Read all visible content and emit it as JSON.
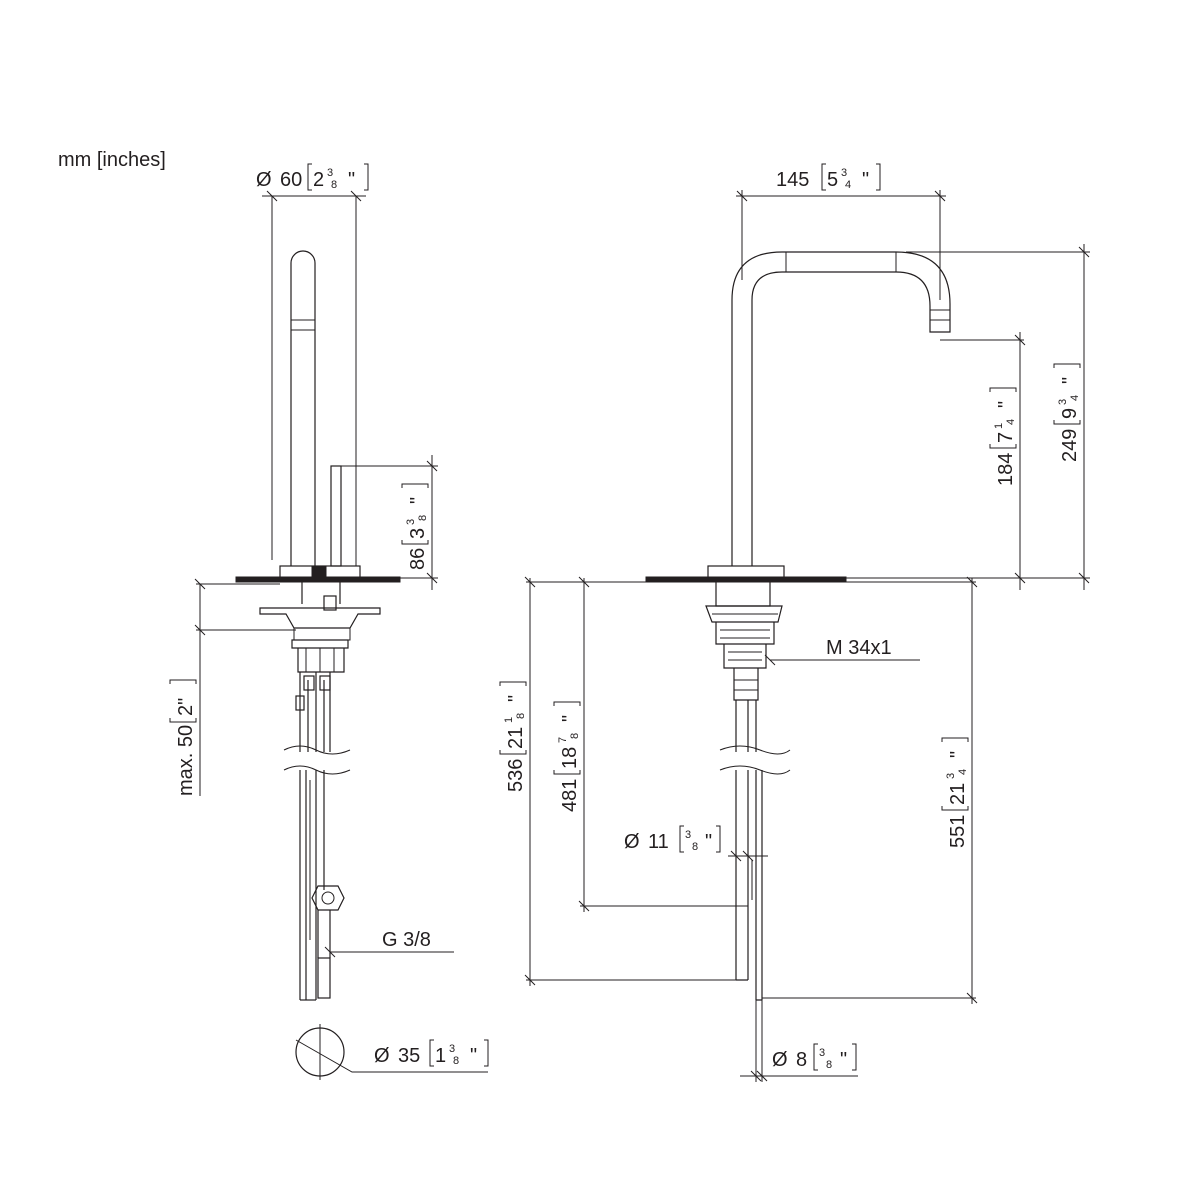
{
  "units_note": "mm [inches]",
  "dimensions": {
    "d60": {
      "prefix": "Ø",
      "mm": "60",
      "whole": "2",
      "num": "3",
      "den": "8",
      "unit": "\""
    },
    "w145": {
      "mm": "145",
      "whole": "5",
      "num": "3",
      "den": "4",
      "unit": "\""
    },
    "h249": {
      "mm": "249",
      "whole": "9",
      "num": "3",
      "den": "4",
      "unit": "\""
    },
    "h184": {
      "mm": "184",
      "whole": "7",
      "num": "1",
      "den": "4",
      "unit": "\""
    },
    "h86": {
      "mm": "86",
      "whole": "3",
      "num": "3",
      "den": "8",
      "unit": "\""
    },
    "max50": {
      "mm": "max. 50",
      "inch": "2\""
    },
    "h536": {
      "mm": "536",
      "whole": "21",
      "num": "1",
      "den": "8",
      "unit": "\""
    },
    "h481": {
      "mm": "481",
      "whole": "18",
      "num": "7",
      "den": "8",
      "unit": "\""
    },
    "h551": {
      "mm": "551",
      "whole": "21",
      "num": "3",
      "den": "4",
      "unit": "\""
    },
    "d11": {
      "prefix": "Ø",
      "mm": "11",
      "num": "3",
      "den": "8",
      "unit": "\""
    },
    "d8": {
      "prefix": "Ø",
      "mm": "8",
      "num": "3",
      "den": "8",
      "unit": "\""
    },
    "d35": {
      "prefix": "Ø",
      "mm": "35",
      "whole": "1",
      "num": "3",
      "den": "8",
      "unit": "\""
    },
    "thread_m": "M 34x1",
    "thread_g": "G 3/8"
  }
}
